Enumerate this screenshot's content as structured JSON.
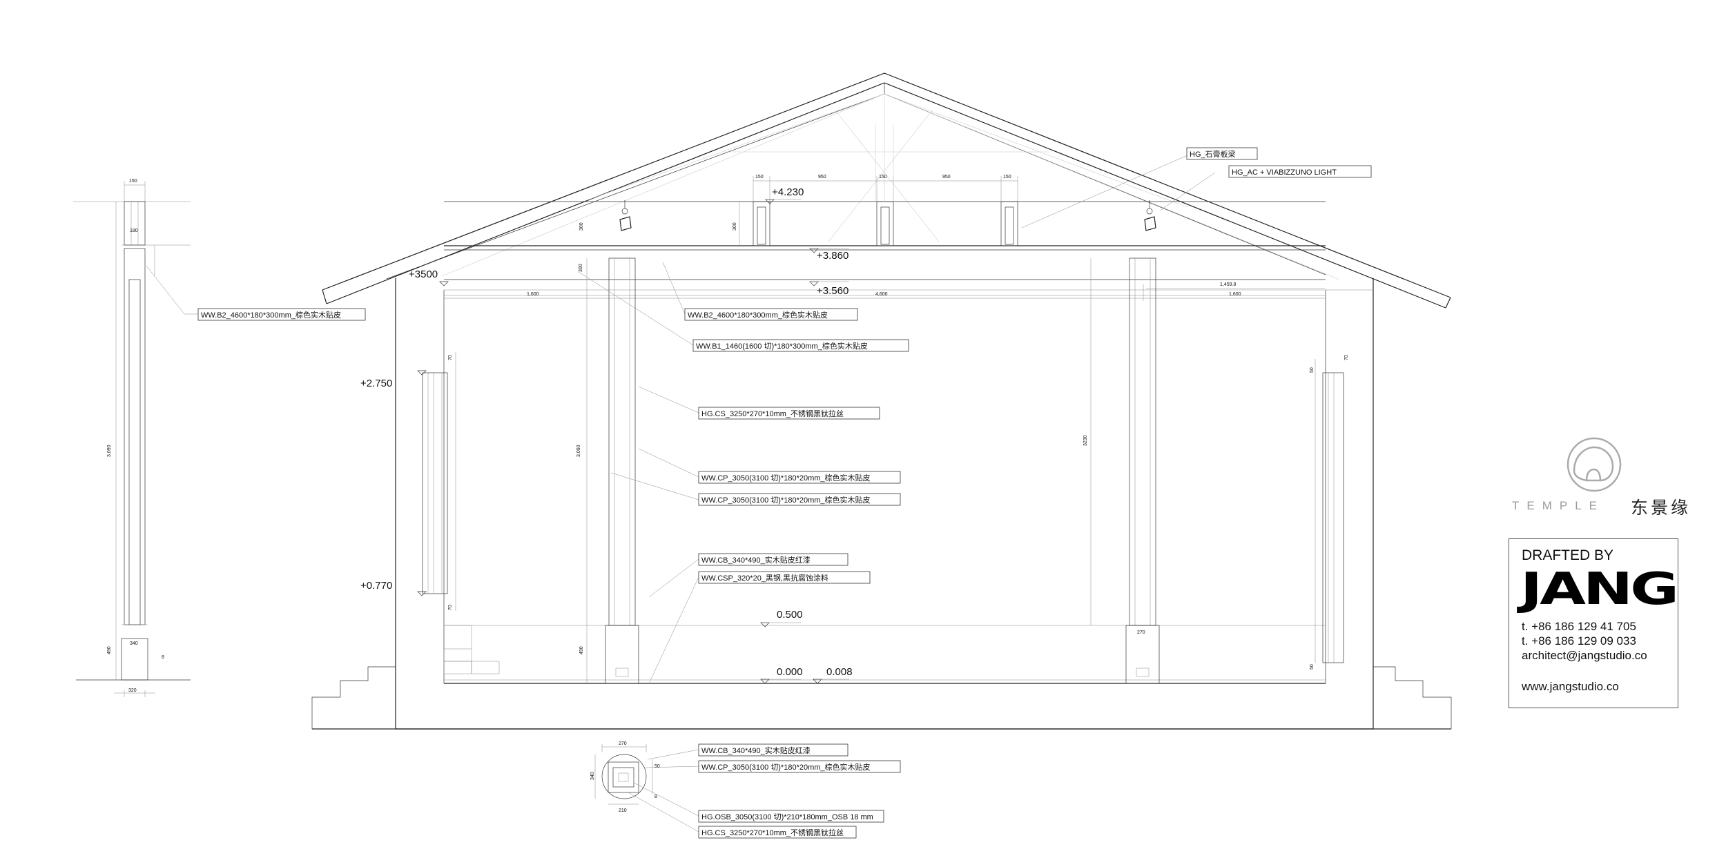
{
  "level_marks": {
    "l4230": "+4.230",
    "l3860": "+3.860",
    "l3560": "+3.560",
    "l3500": "+3500",
    "l2750": "+2.750",
    "l0770": "+0.770",
    "l0500": "0.500",
    "l0000": "0.000",
    "l0008": "0.008"
  },
  "callouts": {
    "c1": "HG_石膏板梁",
    "c2": "HG_AC + VIABIZZUNO LIGHT",
    "c3": "WW.B2_4600*180*300mm_棕色实木贴皮",
    "c4": "WW.B1_1460(1600 切)*180*300mm_棕色实木贴皮",
    "c5": "HG.CS_3250*270*10mm_不锈钢黑钛拉丝",
    "c6": "WW.CP_3050(3100 切)*180*20mm_棕色实木贴皮",
    "c7": "WW.CP_3050(3100 切)*180*20mm_棕色实木贴皮",
    "c8": "WW.CB_340*490_实木贴皮红漆",
    "c9": "WW.CSP_320*20_黑钢,黑抗腐蚀涂料",
    "side": "WW.B2_4600*180*300mm_棕色实木贴皮"
  },
  "detail_callouts": {
    "d1": "WW.CB_340*490_实木贴皮红漆",
    "d2": "WW.CP_3050(3100 切)*180*20mm_棕色实木贴皮",
    "d3": "HG.OSB_3050(3100 切)*210*180mm_OSB 18 mm",
    "d4": "HG.CS_3250*270*10mm_不锈钢黑钛拉丝"
  },
  "dims": {
    "d150": "150",
    "d950": "950",
    "d300": "300",
    "d180": "180",
    "d1600": "1,600",
    "d4600": "4,600",
    "d1459": "1,459.8",
    "d3090": "3,090",
    "d3230": "3230",
    "d340": "340",
    "d490": "490",
    "d320": "320",
    "d270": "270",
    "d210": "210",
    "d70": "70",
    "d50": "50",
    "d8": "8"
  },
  "brand": {
    "word": "TEMPLE",
    "cn": "东景缘"
  },
  "drafted": {
    "header": "DRAFTED BY",
    "logo": "JANG",
    "phone1": "t. +86 186 129 41 705",
    "phone2": "t. +86 186 129 09 033",
    "email": "architect@jangstudio.co",
    "website": "www.jangstudio.co"
  }
}
